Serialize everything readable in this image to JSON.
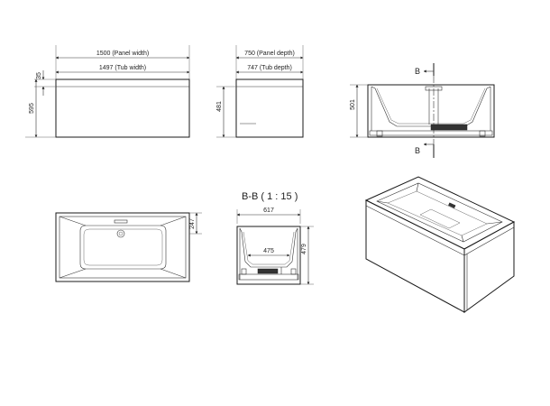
{
  "front_view": {
    "panel_width_label": "1500 (Panel width)",
    "tub_width_label": "1497 (Tub width)",
    "rim_height": "35",
    "panel_height": "595"
  },
  "side_view": {
    "panel_depth_label": "750 (Panel depth)",
    "tub_depth_label": "747 (Tub depth)",
    "tub_height": "481"
  },
  "section_view": {
    "height": "501",
    "section_marker_top": "B",
    "section_marker_bottom": "B"
  },
  "top_view": {
    "depth_offset": "247"
  },
  "section_bb": {
    "title": "B-B ( 1 : 15 )",
    "outer_width": "617",
    "inner_width": "475",
    "height": "479"
  }
}
